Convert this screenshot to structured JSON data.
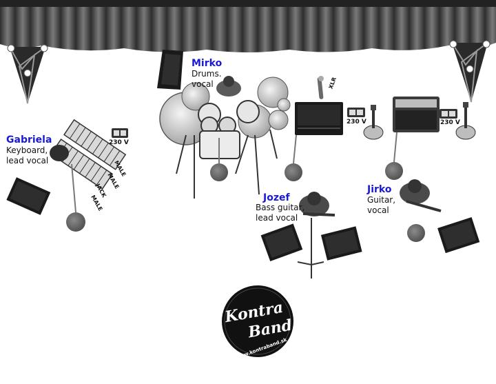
{
  "musicians": {
    "gabriela": {
      "name": "Gabriela",
      "role_line1": "Keyboard,",
      "role_line2": "lead vocal"
    },
    "mirko": {
      "name": "Mirko",
      "role_line1": "Drums.",
      "role_line2": "vocal"
    },
    "jozef": {
      "name": "Jozef",
      "role_line1": "Bass guitar,",
      "role_line2": "lead vocal"
    },
    "jirko": {
      "name": "Jirko",
      "role_line1": "Guitar,",
      "role_line2": "vocal"
    }
  },
  "power": {
    "label": "230 V"
  },
  "cables": {
    "xlr": "XLR",
    "male": "MALE",
    "jack": "JACK"
  },
  "logo": {
    "line1": "Kontra",
    "line2": "Band",
    "url": "www.kontraband.sk"
  },
  "colors": {
    "name_blue": "#1a1ad6",
    "curtain": "#4a4a4a",
    "equipment": "#1c1c1c",
    "stand": "#6b6b6b"
  }
}
